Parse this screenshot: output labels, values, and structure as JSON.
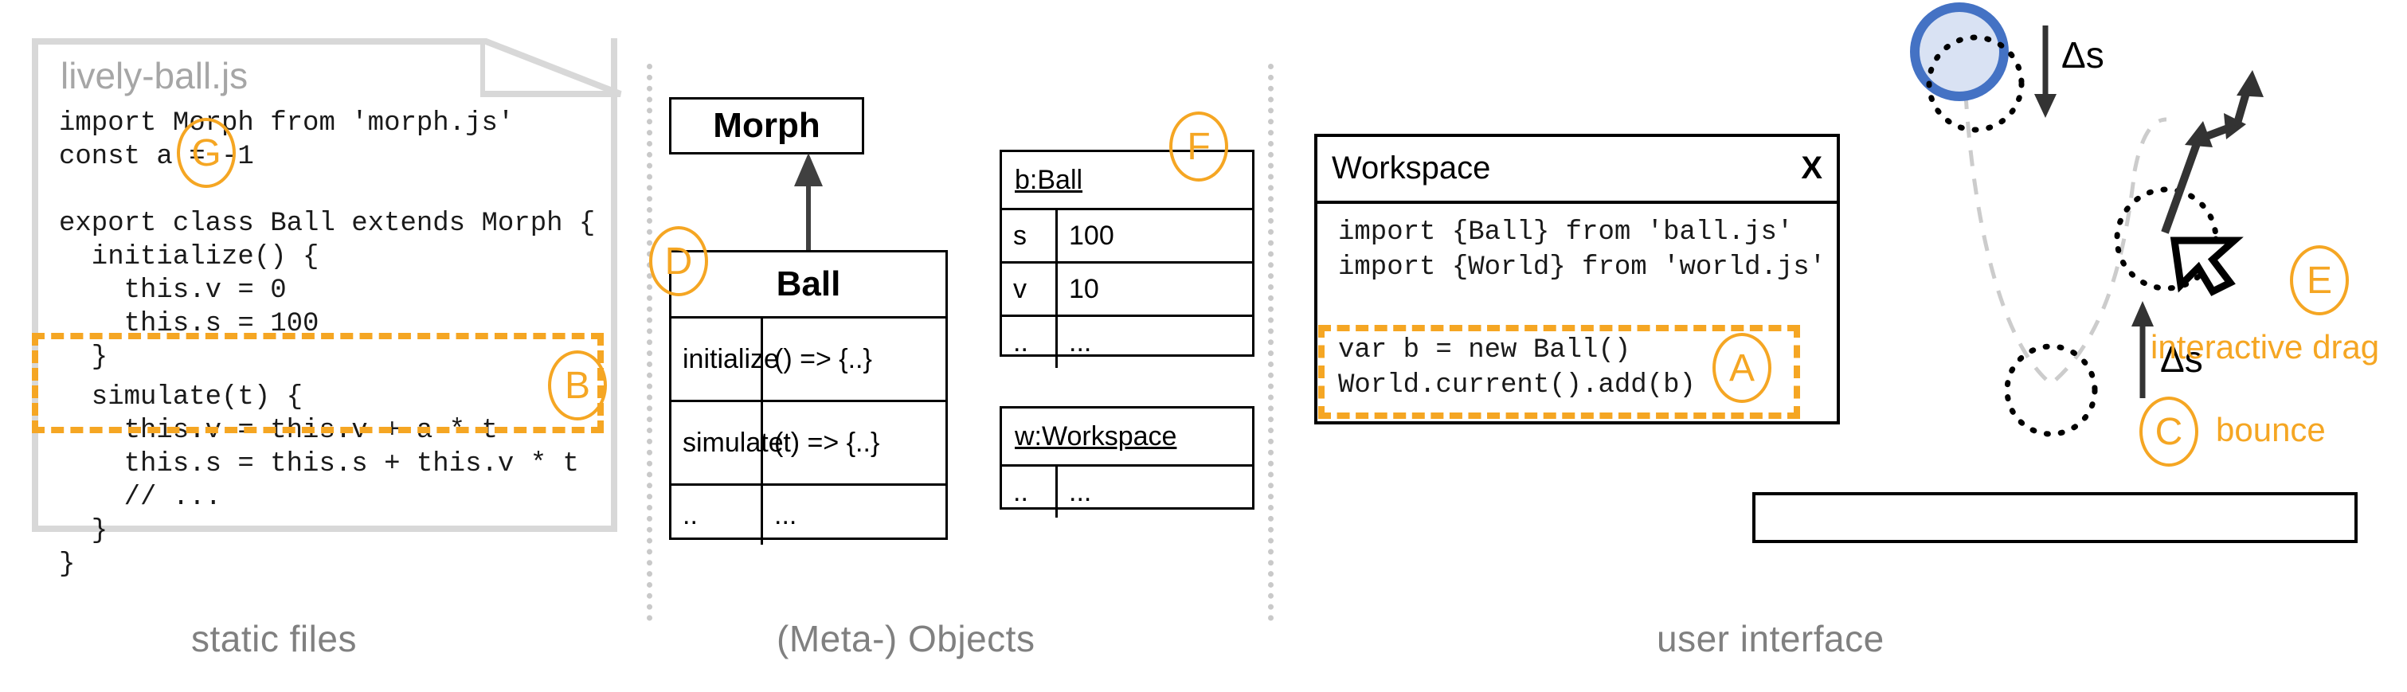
{
  "columns": [
    {
      "caption": "static files"
    },
    {
      "caption": "(Meta-) Objects"
    },
    {
      "caption": "user interface"
    }
  ],
  "file_sheet": {
    "filename": "lively-ball.js",
    "code_top": "import Morph from 'morph.js'\nconst a = -1\n\nexport class Ball extends Morph {\n  initialize() {\n    this.v = 0\n    this.s = 100\n  }",
    "code_highlight": "  simulate(t) {\n    this.v = this.v + a * t\n    this.s = this.s + this.v * t",
    "code_bottom": "    // ...\n  }\n}"
  },
  "uml": {
    "superclass": {
      "name": "Morph"
    },
    "subclass": {
      "name": "Ball",
      "rows": [
        {
          "member": "initialize",
          "signature": "() => {..}"
        },
        {
          "member": "simulate",
          "signature": "(t) => {..}"
        },
        {
          "member": "..",
          "signature": "..."
        }
      ]
    }
  },
  "objects": [
    {
      "title": "b:Ball",
      "rows": [
        {
          "key": "s",
          "value": "100"
        },
        {
          "key": "v",
          "value": "10"
        },
        {
          "key": "..",
          "value": "..."
        }
      ]
    },
    {
      "title": "w:Workspace",
      "rows": [
        {
          "key": "..",
          "value": "..."
        }
      ]
    }
  ],
  "workspace": {
    "title": "Workspace",
    "close_label": "X",
    "code_top": "import {Ball} from 'ball.js'\nimport {World} from 'world.js'",
    "code_highlight": "var b = new Ball()\nWorld.current().add(b)"
  },
  "scene": {
    "delta_top_label": "Δs",
    "delta_bottom_label": "Δs",
    "bounce_label": "bounce",
    "drag_label": "interactive drag",
    "ball_fill": "#D9E2F3",
    "ball_stroke": "#4472C4"
  },
  "markers": {
    "a": "A",
    "b": "B",
    "c": "C",
    "d": "D",
    "e": "E",
    "f": "F",
    "g": "G"
  },
  "colors": {
    "accent_orange": "#F5A623",
    "caption_gray": "#808080",
    "sheet_gray": "#d8d8d8"
  }
}
